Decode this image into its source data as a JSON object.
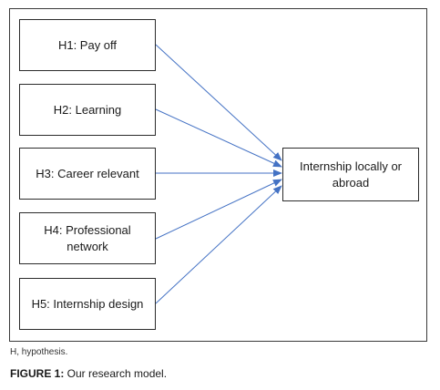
{
  "diagram": {
    "hypotheses": [
      {
        "id": "h1",
        "label": "H1: Pay off"
      },
      {
        "id": "h2",
        "label": "H2: Learning"
      },
      {
        "id": "h3",
        "label": "H3: Career relevant"
      },
      {
        "id": "h4",
        "label": "H4: Professional network"
      },
      {
        "id": "h5",
        "label": "H5: Internship design"
      }
    ],
    "outcome": {
      "label": "Internship locally or abroad"
    },
    "arrow_color": "#4472c4"
  },
  "footnote": "H, hypothesis.",
  "caption": {
    "label": "FIGURE 1:",
    "text": " Our research model."
  }
}
